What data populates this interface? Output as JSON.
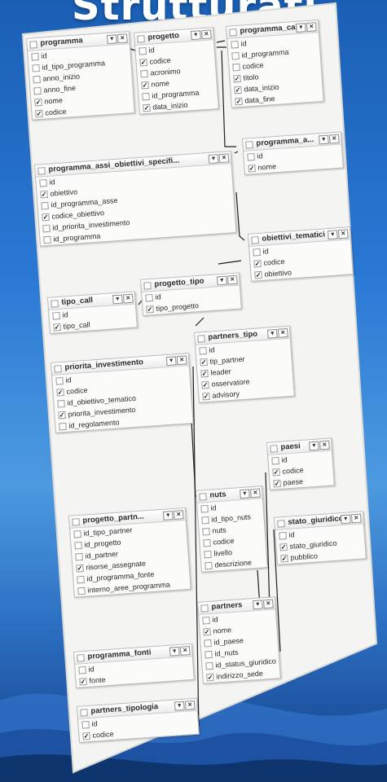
{
  "heading": "Strutturati",
  "tables": [
    {
      "title": "programma",
      "fields": [
        {
          "name": "id",
          "checked": false
        },
        {
          "name": "id_tipo_programma",
          "checked": false
        },
        {
          "name": "anno_inizio",
          "checked": false
        },
        {
          "name": "anno_fine",
          "checked": false
        },
        {
          "name": "nome",
          "checked": true
        },
        {
          "name": "codice",
          "checked": true
        }
      ]
    },
    {
      "title": "progetto",
      "fields": [
        {
          "name": "id",
          "checked": false
        },
        {
          "name": "codice",
          "checked": true
        },
        {
          "name": "acronimo",
          "checked": false
        },
        {
          "name": "nome",
          "checked": true
        },
        {
          "name": "id_programma",
          "checked": false
        },
        {
          "name": "data_inizio",
          "checked": true
        }
      ]
    },
    {
      "title": "programma_call",
      "fields": [
        {
          "name": "id",
          "checked": false
        },
        {
          "name": "id_programma",
          "checked": false
        },
        {
          "name": "codice",
          "checked": false
        },
        {
          "name": "titolo",
          "checked": true
        },
        {
          "name": "data_inizio",
          "checked": true
        },
        {
          "name": "data_fine",
          "checked": true
        }
      ]
    },
    {
      "title": "programma_assi_obiettivi_specifi...",
      "fields": [
        {
          "name": "id",
          "checked": false
        },
        {
          "name": "obiettivo",
          "checked": true
        },
        {
          "name": "id_programma_asse",
          "checked": false
        },
        {
          "name": "codice_obiettivo",
          "checked": true
        },
        {
          "name": "id_priorita_investimento",
          "checked": false
        },
        {
          "name": "id_programma",
          "checked": false
        }
      ]
    },
    {
      "title": "programma_a...",
      "fields": [
        {
          "name": "id",
          "checked": false
        },
        {
          "name": "nome",
          "checked": true
        }
      ]
    },
    {
      "title": "obiettivi_tematici",
      "fields": [
        {
          "name": "id",
          "checked": false
        },
        {
          "name": "codice",
          "checked": true
        },
        {
          "name": "obiettivo",
          "checked": true
        }
      ]
    },
    {
      "title": "progetto_tipo",
      "fields": [
        {
          "name": "id",
          "checked": false
        },
        {
          "name": "tipo_progetto",
          "checked": true
        }
      ]
    },
    {
      "title": "tipo_call",
      "fields": [
        {
          "name": "id",
          "checked": false
        },
        {
          "name": "tipo_call",
          "checked": true
        }
      ]
    },
    {
      "title": "partners_tipo",
      "fields": [
        {
          "name": "id",
          "checked": false
        },
        {
          "name": "tip_partner",
          "checked": true
        },
        {
          "name": "leader",
          "checked": true
        },
        {
          "name": "osservatore",
          "checked": true
        },
        {
          "name": "advisory",
          "checked": true
        }
      ]
    },
    {
      "title": "priorita_investimento",
      "fields": [
        {
          "name": "id",
          "checked": false
        },
        {
          "name": "codice",
          "checked": true
        },
        {
          "name": "id_obiettivo_tematico",
          "checked": false
        },
        {
          "name": "priorita_investimento",
          "checked": true
        },
        {
          "name": "id_regolamento",
          "checked": false
        }
      ]
    },
    {
      "title": "paesi",
      "fields": [
        {
          "name": "id",
          "checked": false
        },
        {
          "name": "codice",
          "checked": true
        },
        {
          "name": "paese",
          "checked": true
        }
      ]
    },
    {
      "title": "nuts",
      "fields": [
        {
          "name": "id",
          "checked": false
        },
        {
          "name": "id_tipo_nuts",
          "checked": false
        },
        {
          "name": "nuts",
          "checked": false
        },
        {
          "name": "codice",
          "checked": false
        },
        {
          "name": "livello",
          "checked": false
        },
        {
          "name": "descrizione",
          "checked": false
        }
      ]
    },
    {
      "title": "stato_giuridico",
      "fields": [
        {
          "name": "id",
          "checked": false
        },
        {
          "name": "stato_giuridico",
          "checked": true
        },
        {
          "name": "pubblico",
          "checked": true
        }
      ]
    },
    {
      "title": "progetto_partn...",
      "fields": [
        {
          "name": "id_tipo_partner",
          "checked": false
        },
        {
          "name": "id_progetto",
          "checked": false
        },
        {
          "name": "id_partner",
          "checked": false
        },
        {
          "name": "risorse_assegnate",
          "checked": true
        },
        {
          "name": "id_programma_fonte",
          "checked": false
        },
        {
          "name": "interno_aree_programma",
          "checked": false
        }
      ]
    },
    {
      "title": "partners",
      "fields": [
        {
          "name": "id",
          "checked": false
        },
        {
          "name": "nome",
          "checked": true
        },
        {
          "name": "id_paese",
          "checked": false
        },
        {
          "name": "id_nuts",
          "checked": false
        },
        {
          "name": "id_status_giuridico",
          "checked": false
        },
        {
          "name": "indirizzo_sede",
          "checked": true
        }
      ]
    },
    {
      "title": "programma_fonti",
      "fields": [
        {
          "name": "id",
          "checked": false
        },
        {
          "name": "fonte",
          "checked": true
        }
      ]
    },
    {
      "title": "partners_tipologia",
      "fields": [
        {
          "name": "id",
          "checked": false
        },
        {
          "name": "codice",
          "checked": true
        }
      ]
    }
  ],
  "check_glyph": "✓",
  "dropdown_glyph": "▼",
  "close_glyph": "✕",
  "colors": {
    "background": "#2a78d4",
    "sheet": "#f4f4f2",
    "table_border": "#b9b9b9"
  }
}
